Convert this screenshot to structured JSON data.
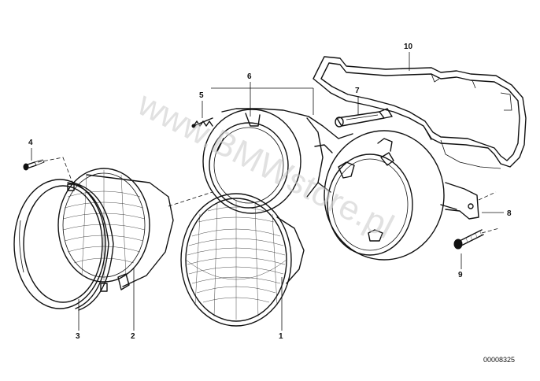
{
  "watermark": "www.BMWstore.pl",
  "diagram_ref": "00008325",
  "callouts": [
    {
      "id": "1",
      "label": "1"
    },
    {
      "id": "2",
      "label": "2"
    },
    {
      "id": "3",
      "label": "3"
    },
    {
      "id": "4",
      "label": "4"
    },
    {
      "id": "5",
      "label": "5"
    },
    {
      "id": "6",
      "label": "6"
    },
    {
      "id": "7",
      "label": "7"
    },
    {
      "id": "8",
      "label": "8"
    },
    {
      "id": "9",
      "label": "9"
    },
    {
      "id": "10",
      "label": "10"
    }
  ]
}
